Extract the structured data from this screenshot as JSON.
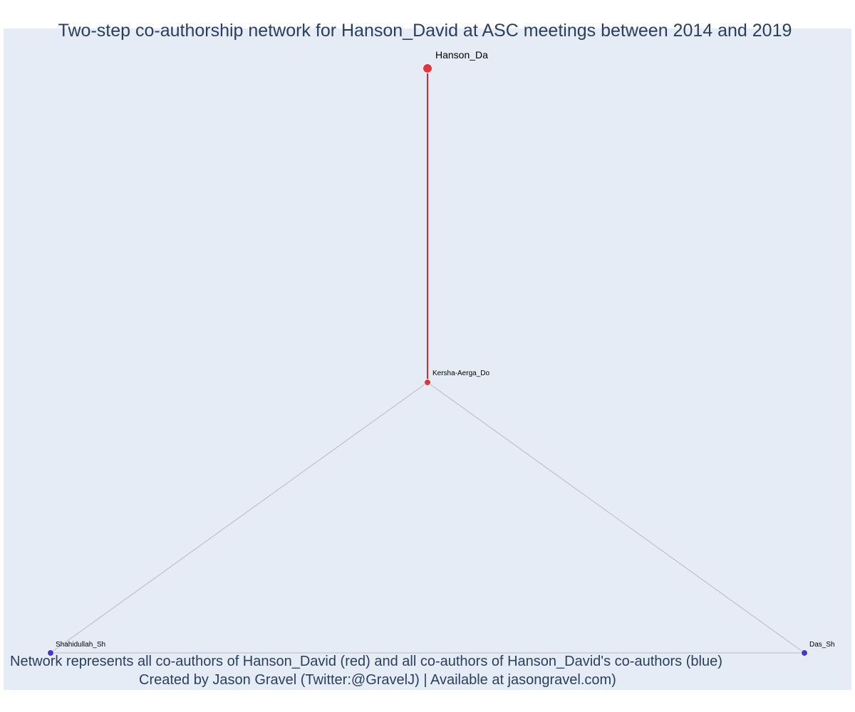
{
  "title": "Two-step co-authorship network for Hanson_David at ASC meetings between 2014 and 2019",
  "footnote": {
    "line1": "Network represents all co-authors of Hanson_David (red) and all co-authors of Hanson_David's co-authors (blue)",
    "line2": "Created by Jason Gravel (Twitter:@GravelJ) | Available at jasongravel.com)"
  },
  "colors": {
    "background": "#e5ecf6",
    "red_node": "#e8333a",
    "blue_node": "#3a3ae0",
    "red_edge": "#d42a2a",
    "grey_edge": "#b8b8c8",
    "text": "#2a3f5f"
  },
  "chart_data": {
    "type": "network",
    "nodes": [
      {
        "id": "Hanson_Da",
        "label": "Hanson_Da",
        "group": "red",
        "size": "large"
      },
      {
        "id": "Kersha-Aerga_Do",
        "label": "Kersha-Aerga_Do",
        "group": "red",
        "size": "small"
      },
      {
        "id": "Shahidullah_Sh",
        "label": "Shahidullah_Sh",
        "group": "blue",
        "size": "small"
      },
      {
        "id": "Das_Sh",
        "label": "Das_Sh",
        "group": "blue",
        "size": "small"
      }
    ],
    "edges": [
      {
        "source": "Hanson_Da",
        "target": "Kersha-Aerga_Do",
        "group": "red"
      },
      {
        "source": "Kersha-Aerga_Do",
        "target": "Shahidullah_Sh",
        "group": "grey"
      },
      {
        "source": "Kersha-Aerga_Do",
        "target": "Das_Sh",
        "group": "grey"
      },
      {
        "source": "Shahidullah_Sh",
        "target": "Das_Sh",
        "group": "grey"
      }
    ]
  }
}
